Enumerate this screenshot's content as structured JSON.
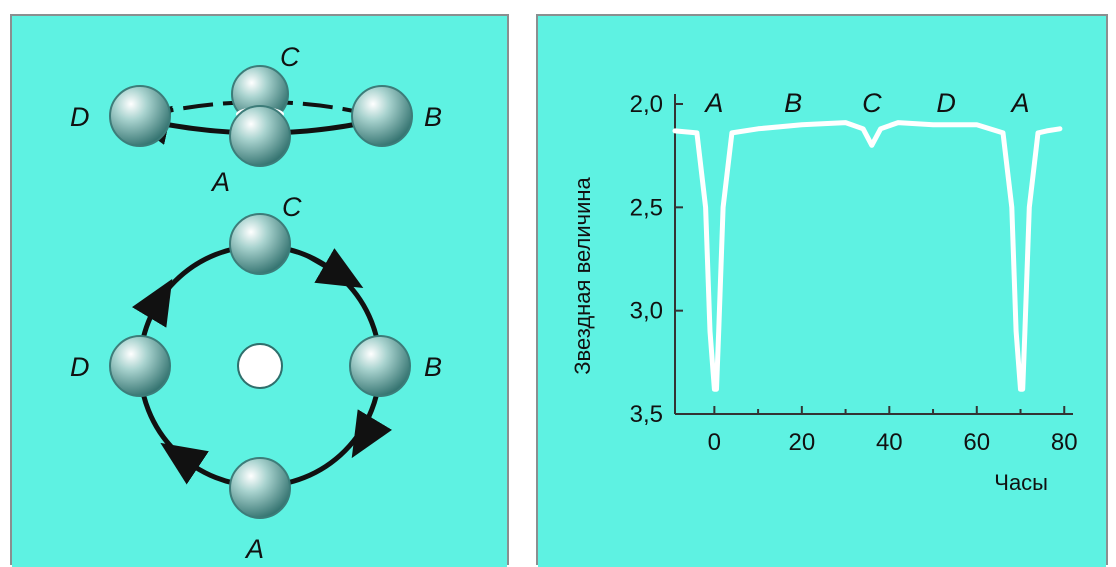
{
  "colors": {
    "background": "#5ef2e2",
    "star": "#4f8f8c",
    "star_highlight": "#ffffff",
    "orbit": "#111111",
    "curve": "#ffffff",
    "axis": "#333333"
  },
  "diagram": {
    "side_view_labels": {
      "c": "C",
      "d": "D",
      "b": "B",
      "a": "A"
    },
    "top_view_labels": {
      "c": "C",
      "d": "D",
      "b": "B",
      "a": "A"
    }
  },
  "chart_data": {
    "type": "line",
    "ylabel": "Звездная величина",
    "xlabel": "Часы",
    "ylim": [
      3.5,
      2.0
    ],
    "xlim": [
      -9,
      82
    ],
    "y_ticks": [
      "2,0",
      "2,5",
      "3,0",
      "3,5"
    ],
    "y_tick_values": [
      2.0,
      2.5,
      3.0,
      3.5
    ],
    "x_ticks": [
      "0",
      "20",
      "40",
      "60",
      "80"
    ],
    "x_tick_values": [
      0,
      20,
      40,
      60,
      80
    ],
    "phase_labels": [
      {
        "text": "A",
        "x": 0
      },
      {
        "text": "B",
        "x": 18
      },
      {
        "text": "C",
        "x": 36
      },
      {
        "text": "D",
        "x": 53
      },
      {
        "text": "A",
        "x": 70
      }
    ],
    "series": [
      {
        "x": [
          -9,
          -4,
          -2,
          -1,
          0,
          0.5,
          1,
          2,
          4,
          10,
          20,
          30,
          34,
          36,
          38,
          42,
          50,
          60,
          66,
          68,
          69,
          70,
          70.5,
          71,
          72,
          74,
          76,
          79
        ],
        "y": [
          2.13,
          2.14,
          2.5,
          3.1,
          3.38,
          3.38,
          3.1,
          2.5,
          2.14,
          2.12,
          2.1,
          2.09,
          2.12,
          2.2,
          2.12,
          2.09,
          2.1,
          2.1,
          2.14,
          2.5,
          3.1,
          3.38,
          3.38,
          3.1,
          2.5,
          2.14,
          2.13,
          2.12
        ]
      }
    ]
  }
}
